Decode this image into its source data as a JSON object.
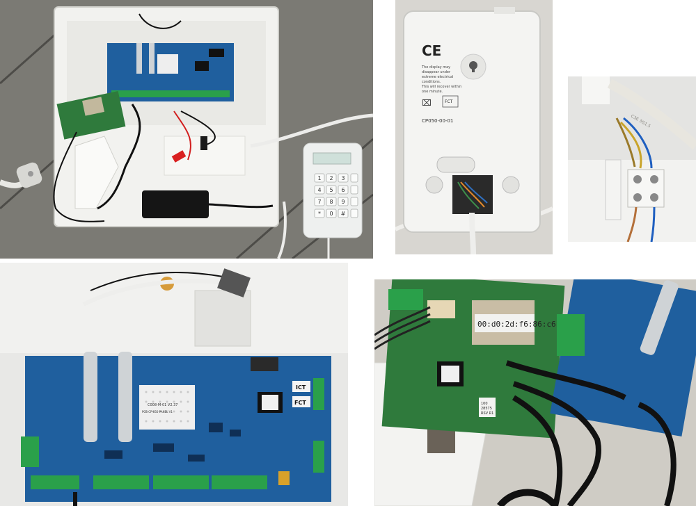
{
  "photos": {
    "keypad": {
      "keys": [
        "1",
        "2",
        "3",
        "4",
        "5",
        "6",
        "7",
        "8",
        "9",
        "*",
        "0",
        "#"
      ]
    },
    "back_cover": {
      "ce_mark": "CE",
      "warning_text": [
        "The display may",
        "disappear under",
        "extreme electrical",
        "conditions.",
        "This will recover within",
        "one minute."
      ],
      "fct_label": "FCT",
      "model": "CP050-00-01"
    },
    "terminal_block": {
      "cable_text": "C3E 3G1.5"
    },
    "main_board": {
      "chip_label_1": "C008-M-01  V2.37",
      "chip_label_2": "PCB CP-050 PANEL V1",
      "ict_label": "ICT",
      "fct_label": "FCT"
    },
    "ethernet_module": {
      "mac_label": "00:d0:2d:f6:86:c6",
      "sticker_lines": [
        "100",
        "28575",
        "RSV R1"
      ]
    }
  },
  "colors": {
    "case_white": "#f2f2ef",
    "pcb_blue": "#1f5f9e",
    "pcb_green": "#2f7a3c",
    "terminal_green": "#2aa04a",
    "tile_gray": "#8b8a84"
  }
}
